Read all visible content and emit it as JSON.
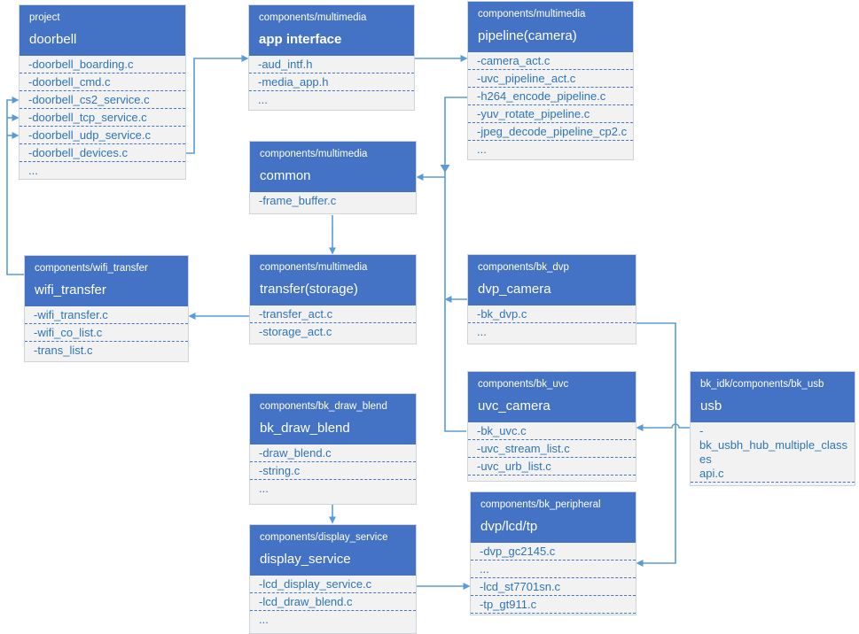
{
  "colors": {
    "header_bg": "#4472c4",
    "body_bg": "#f2f2f2",
    "file_text": "#2e75b6",
    "divider": "#4472c4",
    "connector": "#5b9bd5"
  },
  "boxes": [
    {
      "path": "project",
      "title": "doorbell",
      "files": [
        "-doorbell_boarding.c",
        "-doorbell_cmd.c",
        "-doorbell_cs2_service.c",
        "-doorbell_tcp_service.c",
        "-doorbell_udp_service.c",
        "-doorbell_devices.c",
        "..."
      ]
    },
    {
      "path": "components/multimedia",
      "title": "app interface",
      "files": [
        "-aud_intf.h",
        "-media_app.h",
        "..."
      ]
    },
    {
      "path": "components/multimedia",
      "title": "pipeline(camera)",
      "files": [
        "-camera_act.c",
        "-uvc_pipeline_act.c",
        "-h264_encode_pipeline.c",
        "-yuv_rotate_pipeline.c",
        "-jpeg_decode_pipeline_cp2.c",
        "..."
      ]
    },
    {
      "path": "components/multimedia",
      "title": "common",
      "files": [
        "-frame_buffer.c"
      ]
    },
    {
      "path": "components/wifi_transfer",
      "title": "wifi_transfer",
      "files": [
        "-wifi_transfer.c",
        "-wifi_co_list.c",
        "-trans_list.c"
      ]
    },
    {
      "path": "components/multimedia",
      "title": "transfer(storage)",
      "files": [
        "-transfer_act.c",
        "-storage_act.c"
      ]
    },
    {
      "path": "components/bk_dvp",
      "title": "dvp_camera",
      "files": [
        "-bk_dvp.c",
        "..."
      ]
    },
    {
      "path": "components/bk_uvc",
      "title": "uvc_camera",
      "files": [
        "-bk_uvc.c",
        "-uvc_stream_list.c",
        "-uvc_urb_list.c"
      ]
    },
    {
      "path": "bk_idk/components/bk_usb",
      "title": "usb",
      "files": [
        "-\nbk_usbh_hub_multiple_classes\napi.c",
        "..."
      ]
    },
    {
      "path": "components/bk_draw_blend",
      "title": "bk_draw_blend",
      "files": [
        "-draw_blend.c",
        "-string.c",
        "..."
      ]
    },
    {
      "path": "components/display_service",
      "title": "display_service",
      "files": [
        "-lcd_display_service.c",
        "-lcd_draw_blend.c",
        "..."
      ]
    },
    {
      "path": "components/bk_peripheral",
      "title": "dvp/lcd/tp",
      "files": [
        "-dvp_gc2145.c",
        "...",
        "-lcd_st7701sn.c",
        "-tp_gt911.c"
      ]
    }
  ]
}
